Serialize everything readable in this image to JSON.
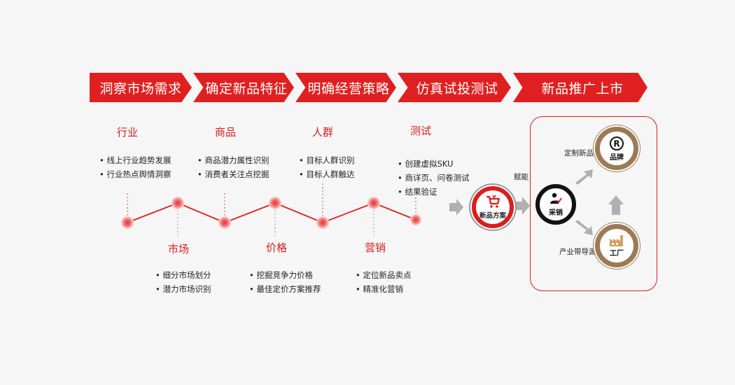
{
  "stages": [
    "洞察市场需求",
    "确定新品特征",
    "明确经营策略",
    "仿真试投测试",
    "新品推广上市"
  ],
  "top_nodes": [
    {
      "title": "行业",
      "items": [
        "线上行业趋势发展",
        "行业热点舆情洞察"
      ]
    },
    {
      "title": "商品",
      "items": [
        "商品潜力属性识别",
        "消费者关注点挖掘"
      ]
    },
    {
      "title": "人群",
      "items": [
        "目标人群识别",
        "目标人群触达"
      ]
    },
    {
      "title": "测试",
      "items": [
        "创建虚拟SKU",
        "商详页、问卷测试",
        "结果验证"
      ]
    }
  ],
  "bottom_nodes": [
    {
      "title": "市场",
      "items": [
        "细分市场划分",
        "潜力市场识别"
      ]
    },
    {
      "title": "价格",
      "items": [
        "挖掘竞争力价格",
        "最佳定价方案推荐"
      ]
    },
    {
      "title": "营销",
      "items": [
        "定位新品卖点",
        "精准化营销"
      ]
    }
  ],
  "flow": {
    "new_plan": "新品方案",
    "empower": "赋能",
    "purchasing": "采销",
    "custom_new": "定制新品",
    "brand": "品牌",
    "industry_source": "产业带导源",
    "factory": "工厂"
  },
  "colors": {
    "red": "#e02020",
    "accent": "#d81e1e",
    "gold": "#9c7a55",
    "arrow": "#b0b0b0"
  }
}
